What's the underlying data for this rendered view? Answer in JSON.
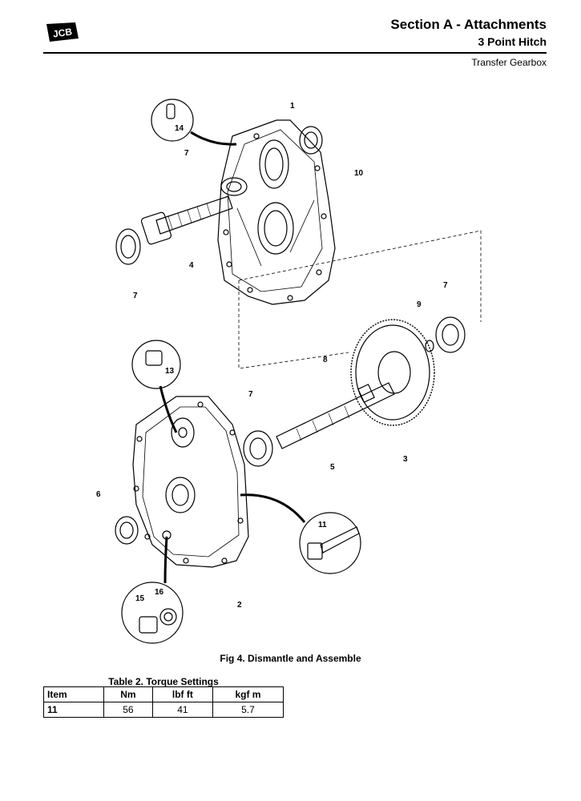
{
  "header": {
    "logo_text": "JCB",
    "title": "Section A - Attachments",
    "subtitle": "3 Point Hitch",
    "subsection": "Transfer Gearbox"
  },
  "figure": {
    "caption": "Fig 4. Dismantle and Assemble",
    "callouts": {
      "c1": "1",
      "c2": "2",
      "c3": "3",
      "c4": "4",
      "c5": "5",
      "c6": "6",
      "c7a": "7",
      "c7b": "7",
      "c7c": "7",
      "c7d": "7",
      "c8": "8",
      "c9": "9",
      "c10": "10",
      "c11": "11",
      "c13": "13",
      "c14": "14",
      "c15": "15",
      "c16": "16"
    }
  },
  "torque_table": {
    "caption": "Table 2. Torque Settings",
    "headers": [
      "Item",
      "Nm",
      "lbf ft",
      "kgf m"
    ],
    "rows": [
      [
        "11",
        "56",
        "41",
        "5.7"
      ]
    ]
  }
}
